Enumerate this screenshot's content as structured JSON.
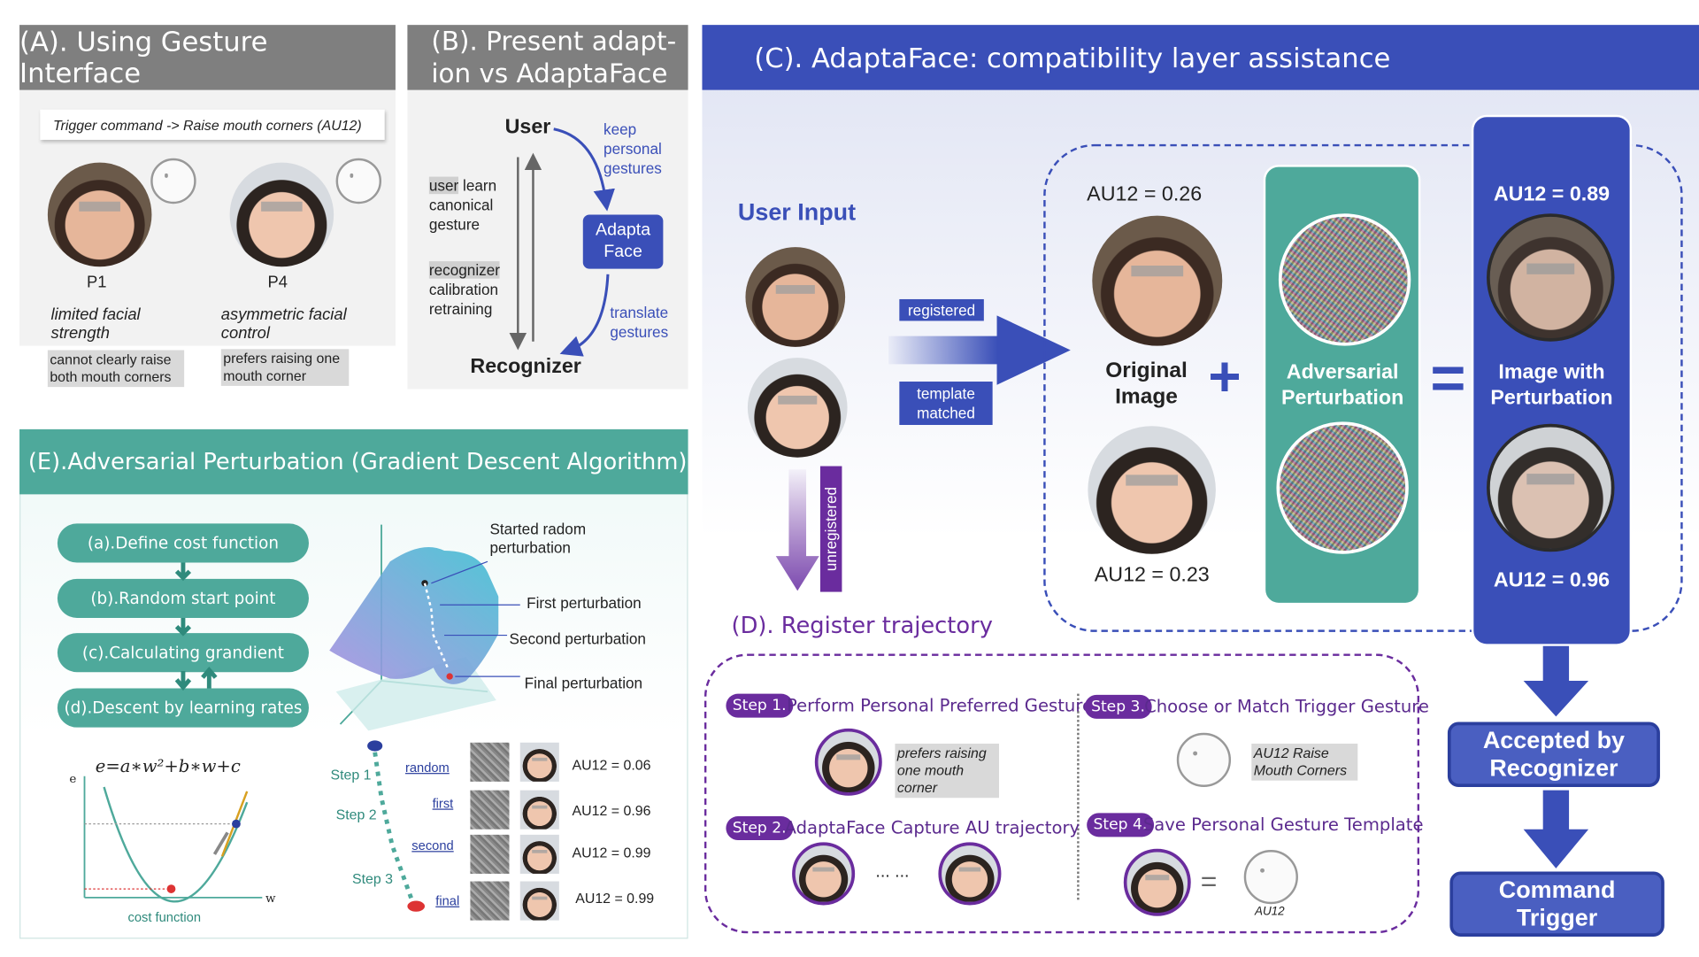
{
  "panelA": {
    "title": "(A). Using Gesture Interface",
    "trigger": "Trigger command -> Raise mouth corners (AU12)",
    "p1": {
      "label": "P1",
      "desc": "limited facial strength",
      "note": "cannot clearly raise both mouth corners"
    },
    "p4": {
      "label": "P4",
      "desc": "asymmetric facial control",
      "note": "prefers raising one mouth corner"
    }
  },
  "panelB": {
    "title_line1": "(B). Present adapt-",
    "title_line2": "ion vs AdaptaFace",
    "user": "User",
    "recognizer": "Recognizer",
    "learn": "user learn canonical gesture",
    "learn_hl": "user",
    "learn_rest": " learn canonical gesture",
    "calib_hl": "recognizer",
    "calib_rest": "calibration retraining",
    "keep": "keep personal gestures",
    "adapta": "Adapta Face",
    "translate": "translate gestures"
  },
  "panelC": {
    "title": "(C). AdaptaFace: compatibility layer assistance",
    "user_input": "User Input",
    "registered": "registered",
    "template": "template matched",
    "unregistered": "unregistered",
    "au_orig_top": "AU12 = 0.26",
    "au_orig_bottom": "AU12 = 0.23",
    "original_image": "Original Image",
    "plus": "+",
    "adversarial": "Adversarial Perturbation",
    "equals": "=",
    "au_pert_top": "AU12 = 0.89",
    "au_pert_bottom": "AU12 = 0.96",
    "image_with": "Image with Perturbation",
    "accepted": "Accepted by Recognizer",
    "command": "Command Trigger"
  },
  "panelD": {
    "title": "(D). Register trajectory",
    "step1": "Step 1.",
    "step1_text": "Perform Personal Preferred Gesture",
    "step1_note": "prefers raising one mouth corner",
    "step2": "Step 2.",
    "step2_text": "AdaptaFace Capture AU trajectory",
    "dots": "... ...",
    "step3": "Step 3.",
    "step3_text": "Choose or Match Trigger Gesture",
    "step3_note": "AU12 Raise Mouth Corners",
    "step4": "Step 4.",
    "step4_text": "Save Personal Gesture Template",
    "eq": "=",
    "au12": "AU12"
  },
  "panelE": {
    "title": "(E).Adversarial Perturbation (Gradient Descent Algorithm)",
    "steps": [
      "(a).Define cost function",
      "(b).Random start point",
      "(c).Calculating grandient",
      "(d).Descent by learning rates"
    ],
    "formula": "e=a∗w²+b∗w+c",
    "e_axis": "e",
    "w_axis": "w",
    "cost_label": "cost function",
    "started": "Started radom perturbation",
    "first": "First perturbation",
    "second": "Second perturbation",
    "final": "Final perturbation",
    "step_labels": [
      "Step 1",
      "Step 2",
      "Step 3"
    ],
    "traj": [
      {
        "name": "random",
        "au": "AU12 = 0.06"
      },
      {
        "name": "first",
        "au": "AU12 = 0.96"
      },
      {
        "name": "second",
        "au": "AU12 = 0.99"
      },
      {
        "name": "final",
        "au": "AU12 = 0.99"
      }
    ]
  },
  "colors": {
    "gray_header": "#7f7f7f",
    "navy": "#3a4fb8",
    "teal": "#4ea99b",
    "purple": "#6a2c9e"
  }
}
